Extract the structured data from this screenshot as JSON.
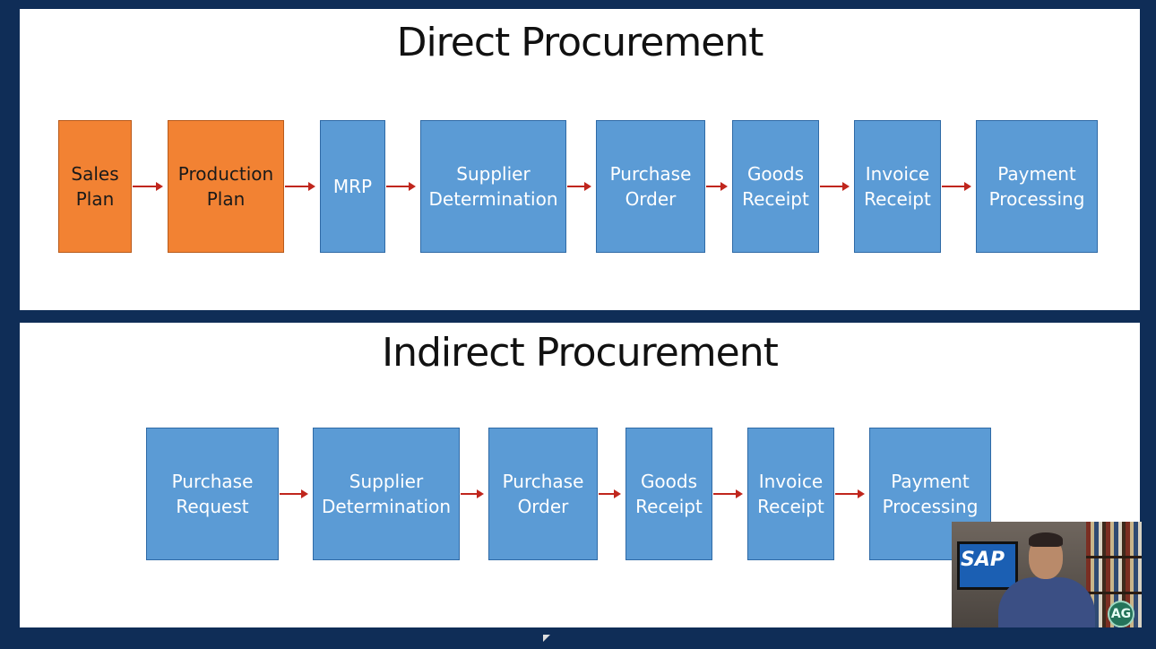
{
  "direct": {
    "title": "Direct Procurement",
    "steps": [
      {
        "label": "Sales\nPlan",
        "color": "orange"
      },
      {
        "label": "Production\nPlan",
        "color": "orange"
      },
      {
        "label": "MRP",
        "color": "blue"
      },
      {
        "label": "Supplier\nDetermination",
        "color": "blue"
      },
      {
        "label": "Purchase\nOrder",
        "color": "blue"
      },
      {
        "label": "Goods\nReceipt",
        "color": "blue"
      },
      {
        "label": "Invoice\nReceipt",
        "color": "blue"
      },
      {
        "label": "Payment\nProcessing",
        "color": "blue"
      }
    ]
  },
  "indirect": {
    "title": "Indirect Procurement",
    "steps": [
      {
        "label": "Purchase\nRequest",
        "color": "blue"
      },
      {
        "label": "Supplier\nDetermination",
        "color": "blue"
      },
      {
        "label": "Purchase\nOrder",
        "color": "blue"
      },
      {
        "label": "Goods\nReceipt",
        "color": "blue"
      },
      {
        "label": "Invoice\nReceipt",
        "color": "blue"
      },
      {
        "label": "Payment\nProcessing",
        "color": "blue"
      }
    ]
  },
  "webcam": {
    "tv_logo": "SAP",
    "badge": "AG"
  },
  "colors": {
    "blue_box": "#5b9bd5",
    "orange_box": "#f28233",
    "arrow": "#c0261d",
    "frame": "#0f2d57"
  }
}
